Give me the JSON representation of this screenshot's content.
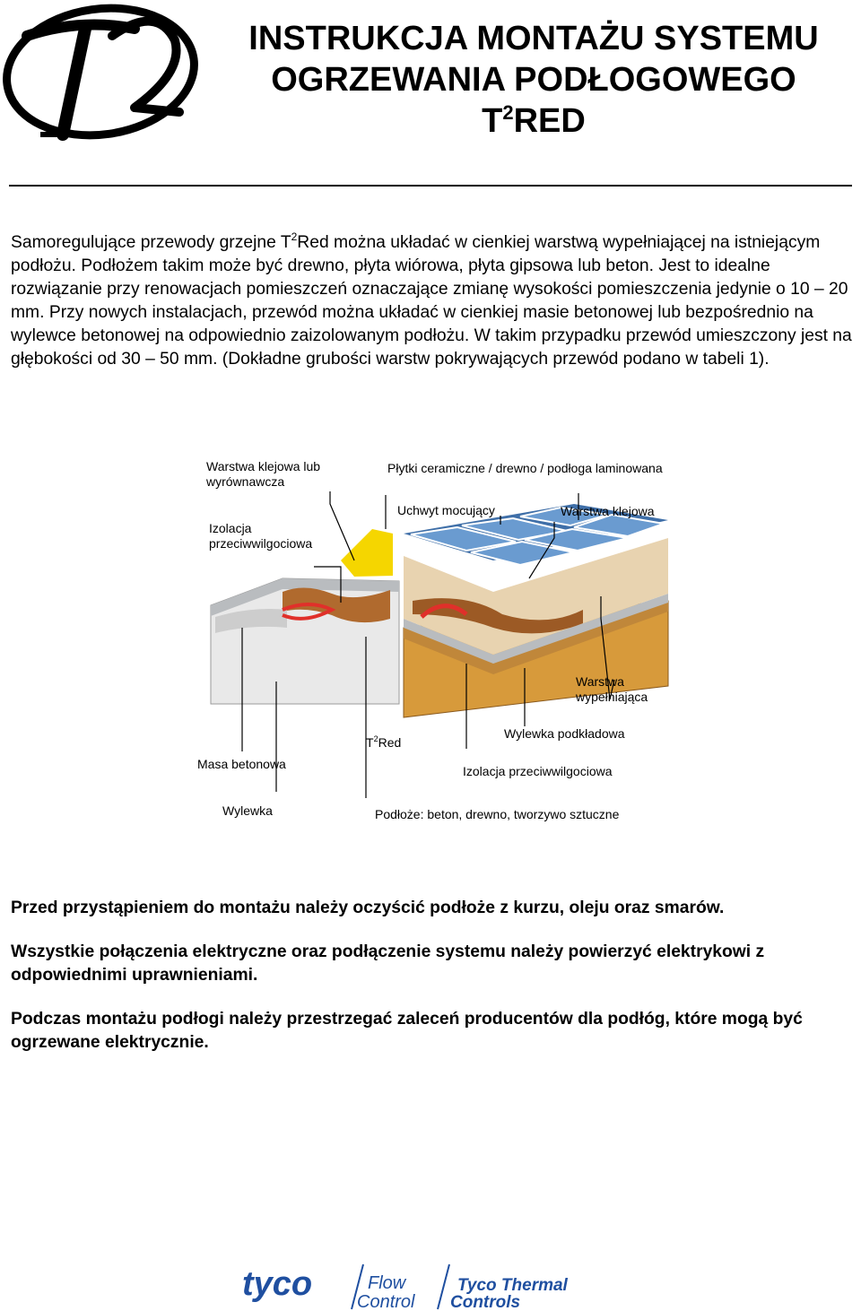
{
  "logo": {
    "text": "T2"
  },
  "title": {
    "line1": "INSTRUKCJA MONTAŻU SYSTEMU",
    "line2": "OGRZEWANIA PODŁOGOWEGO",
    "line3_prefix": "T",
    "line3_sup": "2",
    "line3_suffix": "RED"
  },
  "intro": {
    "part1": "Samoregulujące przewody grzejne T",
    "sup": "2",
    "part2": "Red można układać w cienkiej warstwą wypełniającej na istniejącym podłożu. Podłożem takim może być drewno, płyta wiórowa, płyta gipsowa lub beton. Jest to idealne rozwiązanie przy renowacjach pomieszczeń oznaczające zmianę wysokości pomieszczenia jedynie o 10 – 20 mm. Przy nowych instalacjach, przewód można układać w cienkiej masie betonowej lub bezpośrednio na wylewce betonowej na odpowiednio zaizolowanym podłożu. W takim przypadku przewód umieszczony jest na głębokości od 30 – 50 mm. (Dokładne grubości warstw pokrywających przewód podano w tabeli 1)."
  },
  "diagram": {
    "adhesive_layer_1": "Warstwa klejowa lub",
    "adhesive_layer_2": "wyrównawcza",
    "tiles": "Płytki ceramiczne / drewno / podłoga laminowana",
    "clip": "Uchwyt mocujący",
    "adhesive": "Warstwa klejowa",
    "damp_left_1": "Izolacja",
    "damp_left_2": "przeciwwilgociowa",
    "fill_layer_1": "Warstwa",
    "fill_layer_2": "wypełniająca",
    "cable_prefix": "T",
    "cable_sup": "2",
    "cable_suffix": "Red",
    "screed_base": "Wylewka podkładowa",
    "concrete_mass": "Masa betonowa",
    "damp_right": "Izolacja przeciwwilgociowa",
    "screed": "Wylewka",
    "subfloor": "Podłoże: beton, drewno, tworzywo sztuczne"
  },
  "notes": [
    "Przed przystąpieniem do montażu należy oczyścić podłoże z kurzu, oleju oraz smarów.",
    "Wszystkie połączenia elektryczne oraz podłączenie systemu należy powierzyć elektrykowi z odpowiednimi uprawnieniami.",
    "Podczas montażu podłogi należy przestrzegać zaleceń producentów dla podłóg, które mogą być ogrzewane elektrycznie."
  ],
  "footer": {
    "tyco": "tyco",
    "flow": "Flow",
    "control": "Control",
    "tyco_thermal": "Tyco Thermal",
    "controls": "Controls"
  },
  "colors": {
    "tile_blue": "#6a9bd0",
    "yellow": "#f5d600",
    "wood": "#d79a3b",
    "cable_red": "#e0302a",
    "grey_layer": "#b9bcbf",
    "brand_blue": "#1f4fa0"
  }
}
